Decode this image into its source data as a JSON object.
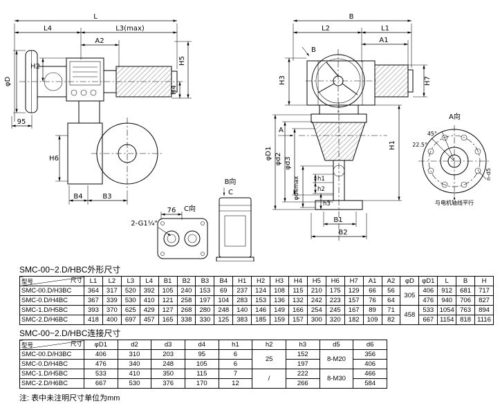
{
  "drawing": {
    "labels": {
      "dim_L": "L",
      "dim_L4": "L4",
      "dim_L3max": "L3(max)",
      "dim_A2": "A2",
      "dim_H2": "H2",
      "dim_H5": "H5",
      "dim_phiD": "φD",
      "dim_H4": "H4",
      "dim_95": "95",
      "dim_H6": "H6",
      "dim_B4": "B4",
      "dim_B3": "B3",
      "thread": "2-G1¼\"",
      "dim_76": "76",
      "view_C": "C向",
      "view_B": "B向",
      "marker_C": "C",
      "dim_B": "B",
      "dim_L2": "L2",
      "dim_L1": "L1",
      "dim_A1": "A1",
      "marker_B": "B",
      "dim_H3": "H3",
      "dim_H7": "H7",
      "dim_H1": "H1",
      "marker_A": "A",
      "dim_phiD1": "φD1",
      "dim_phid2": "φd2",
      "dim_phid3": "φd3",
      "dim_phid4max": "φd4max",
      "dim_h1": "h1",
      "dim_h2": "h2",
      "dim_h3": "h3",
      "dim_B1": "B1",
      "dim_B2": "B2",
      "view_A": "A向",
      "angle_225": "22.5°",
      "angle_45": "45°",
      "n_d5": "n-d5",
      "parallel": "与电机轴线平行"
    }
  },
  "tables": [
    {
      "title": "SMC-00~2.D/HBC外形尺寸",
      "corner_left": "型号",
      "corner_right": "尺寸",
      "headers": [
        "L1",
        "L2",
        "L3",
        "L4",
        "B1",
        "B2",
        "B3",
        "B4",
        "H1",
        "H2",
        "H3",
        "H4",
        "H5",
        "H6",
        "H7",
        "A1",
        "A2",
        "φD",
        "φD1",
        "L",
        "B",
        "H"
      ],
      "rows": [
        {
          "model": "SMC-00.D/H3BC",
          "cells": [
            "364",
            "317",
            "520",
            "392",
            "105",
            "240",
            "153",
            "69",
            "237",
            "124",
            "108",
            "115",
            "210",
            "175",
            "129",
            "66",
            "56",
            {
              "v": "305",
              "rowspan": 2
            },
            "406",
            "912",
            "681",
            "717"
          ]
        },
        {
          "model": "SMC-0.D/H4BC",
          "cells": [
            "367",
            "339",
            "530",
            "410",
            "121",
            "258",
            "197",
            "104",
            "283",
            "153",
            "136",
            "132",
            "242",
            "223",
            "157",
            "76",
            "64",
            null,
            "476",
            "940",
            "706",
            "827"
          ]
        },
        {
          "model": "SMC-1.D/H5BC",
          "cells": [
            "393",
            "370",
            "625",
            "429",
            "127",
            "268",
            "280",
            "248",
            "140",
            "146",
            "149",
            "166",
            "254",
            "245",
            "167",
            "89",
            "71",
            {
              "v": "458",
              "rowspan": 2
            },
            "533",
            "1054",
            "763",
            "894"
          ]
        },
        {
          "model": "SMC-2.D/H6BC",
          "cells": [
            "418",
            "400",
            "697",
            "457",
            "165",
            "338",
            "330",
            "125",
            "383",
            "185",
            "159",
            "157",
            "300",
            "320",
            "182",
            "109",
            "82",
            null,
            "667",
            "1154",
            "818",
            "1116"
          ]
        }
      ]
    },
    {
      "title": "SMC-00~2.D/HBC连接尺寸",
      "corner_left": "型号",
      "corner_right": "尺寸",
      "headers": [
        "φD1",
        "d2",
        "d3",
        "d4",
        "h1",
        "h2",
        "h3",
        "d5",
        "d6"
      ],
      "rows": [
        {
          "model": "SMC-00.D/H3BC",
          "cells": [
            "406",
            "310",
            "203",
            "95",
            "6",
            {
              "v": "25",
              "rowspan": 2
            },
            "152",
            {
              "v": "8-M20",
              "rowspan": 2
            },
            "356"
          ]
        },
        {
          "model": "SMC-0.D/H4BC",
          "cells": [
            "476",
            "340",
            "248",
            "105",
            "6",
            null,
            "197",
            null,
            "406"
          ]
        },
        {
          "model": "SMC-1.D/H5BC",
          "cells": [
            "533",
            "410",
            "350",
            "115",
            "7",
            {
              "v": "/",
              "rowspan": 2
            },
            "222",
            {
              "v": "8-M30",
              "rowspan": 2
            },
            "466"
          ]
        },
        {
          "model": "SMC-2.D/H6BC",
          "cells": [
            "667",
            "530",
            "376",
            "170",
            "12",
            null,
            "266",
            null,
            "584"
          ]
        }
      ]
    }
  ],
  "note": "注: 表中未注明尺寸单位为mm"
}
